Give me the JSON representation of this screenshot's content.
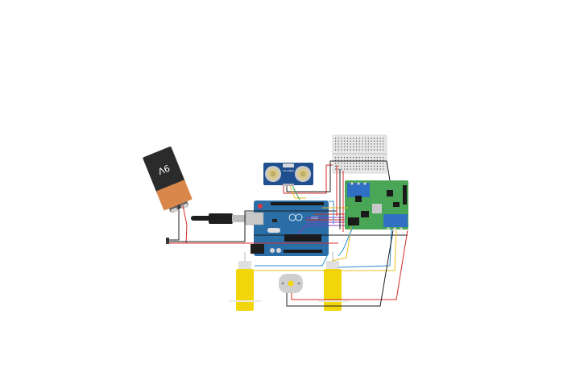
{
  "canvas": {
    "background": "#ffffff"
  },
  "battery": {
    "label": "9V",
    "body_color": "#2b2b2b",
    "cap_color": "#d9874a"
  },
  "ultrasonic": {
    "label": "HC-SR04",
    "board_color": "#1f4f8f"
  },
  "arduino": {
    "label": "UNO",
    "board_color": "#2a6ea8"
  },
  "motor_driver": {
    "board_color": "#4aa657"
  },
  "breadboard": {
    "color": "#e8e8e8"
  },
  "dc_motors": {
    "body_color": "#f2d60c"
  },
  "wire_colors": {
    "red": "#d42a2a",
    "black": "#1c1c1c",
    "yellow": "#e8c21c",
    "blue": "#2a8fd4",
    "purple": "#8a3ab8",
    "green": "#3aa64a"
  }
}
